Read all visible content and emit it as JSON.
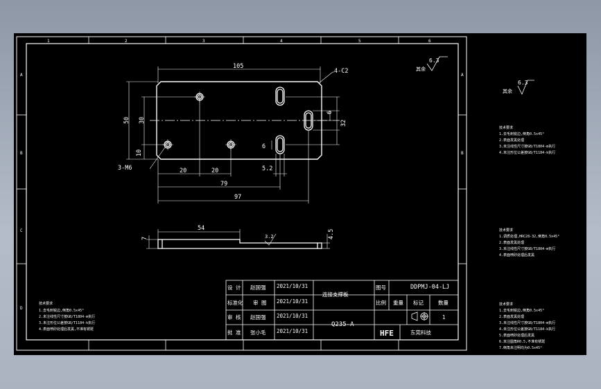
{
  "grid": {
    "top_numbers": [
      "1",
      "2",
      "3",
      "4",
      "5",
      "6"
    ],
    "side_letters": [
      "A",
      "B",
      "C",
      "D"
    ]
  },
  "dimensions": {
    "d105": "105",
    "d4c2": "4-C2",
    "d50": "50",
    "d30": "30",
    "d10": "10",
    "d20a": "20",
    "d20b": "20",
    "d6a": "6",
    "d32": "32",
    "d6b": "6",
    "d52": "5.2",
    "d79": "79",
    "d97": "97",
    "d3m6": "3-M6",
    "d54": "54",
    "d7": "7",
    "d45": "4.5",
    "d32s": "3.2"
  },
  "roughness": {
    "main": "6.3",
    "side": "6.3",
    "label_main": "其余",
    "label_side": "其余"
  },
  "title_block": {
    "r1": [
      "设 计",
      "赵国强",
      "2021/10/31"
    ],
    "r2": [
      "标准化",
      "审 图",
      "2021/10/31"
    ],
    "r3": [
      "审 核",
      "赵国强",
      "2021/10/31"
    ],
    "r4": [
      "批 准",
      "张小毛",
      "2021/10/31"
    ],
    "part_name": "连接支撑板",
    "material": "Q235-A",
    "drawing_no_label": "图号",
    "drawing_no": "DDPMJ-04-LJ",
    "col_labels": [
      "比例",
      "重量",
      "标记",
      "数量"
    ],
    "quantity": "1",
    "company_logo": "HFE",
    "company": "东莞科技"
  },
  "notes": {
    "left": [
      "技术要求",
      "1.去毛刺锐边,倒角0.5x45°",
      "2.未注线性尺寸按GB/T1804-m执行",
      "3.未注形位公差按GB/T1184-k执行",
      "4.表面喷砂处理后发黑,不准有锈斑"
    ],
    "right1": [
      "技术要求",
      "1.去毛刺锐边,倒角0.5x45°",
      "2.表面发黑处理",
      "3.未注线性尺寸按GB/T1804-m执行",
      "4.未注形位公差按GB/T1184-k执行"
    ],
    "right2": [
      "技术要求",
      "1.调质处理,HRC28-32,倒角0.5x45°",
      "2.表面发黑处理",
      "3.未注线性尺寸按GB/T1804-m执行",
      "4.表面喷砂处理后发黑"
    ],
    "right3": [
      "技术要求",
      "1.去毛刺锐边,倒角0.5x45°",
      "2.表面发黑处理",
      "3.未注线性尺寸按GB/T1804-m执行",
      "4.未注形位公差按GB/T1184-k执行",
      "5.表面喷砂处理后发黑",
      "6.未注圆角R0.5,不准有锈斑",
      "7.倒角未注明均为0.5x45°"
    ]
  }
}
